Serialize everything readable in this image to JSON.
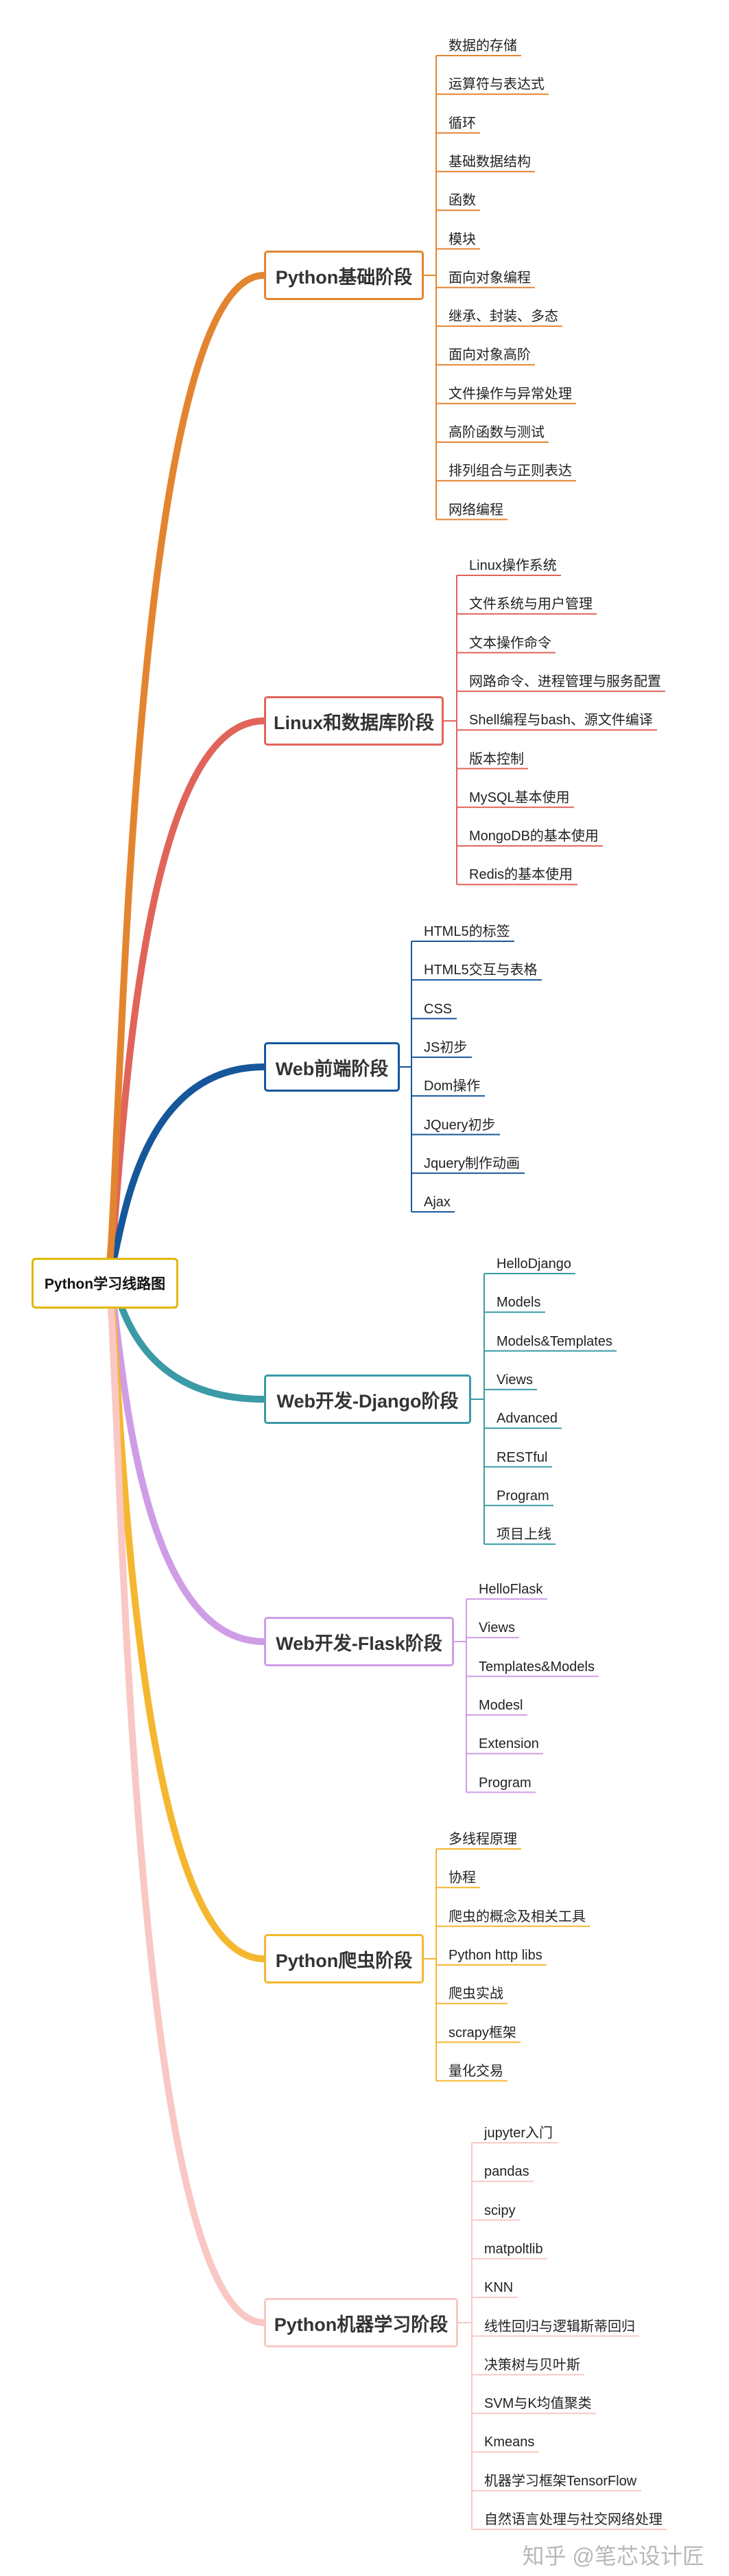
{
  "title": "Python学习线路图",
  "branches": [
    {
      "label": "Python基础阶段",
      "color": "#e38530",
      "items": [
        "数据的存储",
        "运算符与表达式",
        "循环",
        "基础数据结构",
        "函数",
        "模块",
        "面向对象编程",
        "继承、封装、多态",
        "面向对象高阶",
        "文件操作与异常处理",
        "高阶函数与测试",
        "排列组合与正则表达",
        "网络编程"
      ]
    },
    {
      "label": "Linux和数据库阶段",
      "color": "#e0645a",
      "items": [
        "Linux操作系统",
        "文件系统与用户管理",
        "文本操作命令",
        "网路命令、进程管理与服务配置",
        "Shell编程与bash、源文件编译",
        "版本控制",
        "MySQL基本使用",
        "MongoDB的基本使用",
        "Redis的基本使用"
      ]
    },
    {
      "label": "Web前端阶段",
      "color": "#15579a",
      "items": [
        "HTML5的标签",
        "HTML5交互与表格",
        "CSS",
        "JS初步",
        "Dom操作",
        "JQuery初步",
        "Jquery制作动画",
        "Ajax"
      ]
    },
    {
      "label": "Web开发-Django阶段",
      "color": "#3a9aa6",
      "items": [
        "HelloDjango",
        "Models",
        "Models&Templates",
        "Views",
        "Advanced",
        "RESTful",
        "Program",
        "项目上线"
      ]
    },
    {
      "label": "Web开发-Flask阶段",
      "color": "#cf9de6",
      "items": [
        "HelloFlask",
        "Views",
        "Templates&Models",
        "Modesl",
        "Extension",
        "Program"
      ]
    },
    {
      "label": "Python爬虫阶段",
      "color": "#f5b730",
      "items": [
        "多线程原理",
        "协程",
        "爬虫的概念及相关工具",
        "Python http libs",
        "爬虫实战",
        "scrapy框架",
        "量化交易"
      ]
    },
    {
      "label": "Python机器学习阶段",
      "color": "#f9c8c4",
      "items": [
        "jupyter入门",
        "pandas",
        "scipy",
        "matpoltlib",
        "KNN",
        "线性回归与逻辑斯蒂回归",
        "决策树与贝叶斯",
        "SVM与K均值聚类",
        " Kmeans",
        "机器学习框架TensorFlow",
        "自然语言处理与社交网络处理"
      ]
    }
  ],
  "watermark": "知乎 @笔芯设计匠"
}
